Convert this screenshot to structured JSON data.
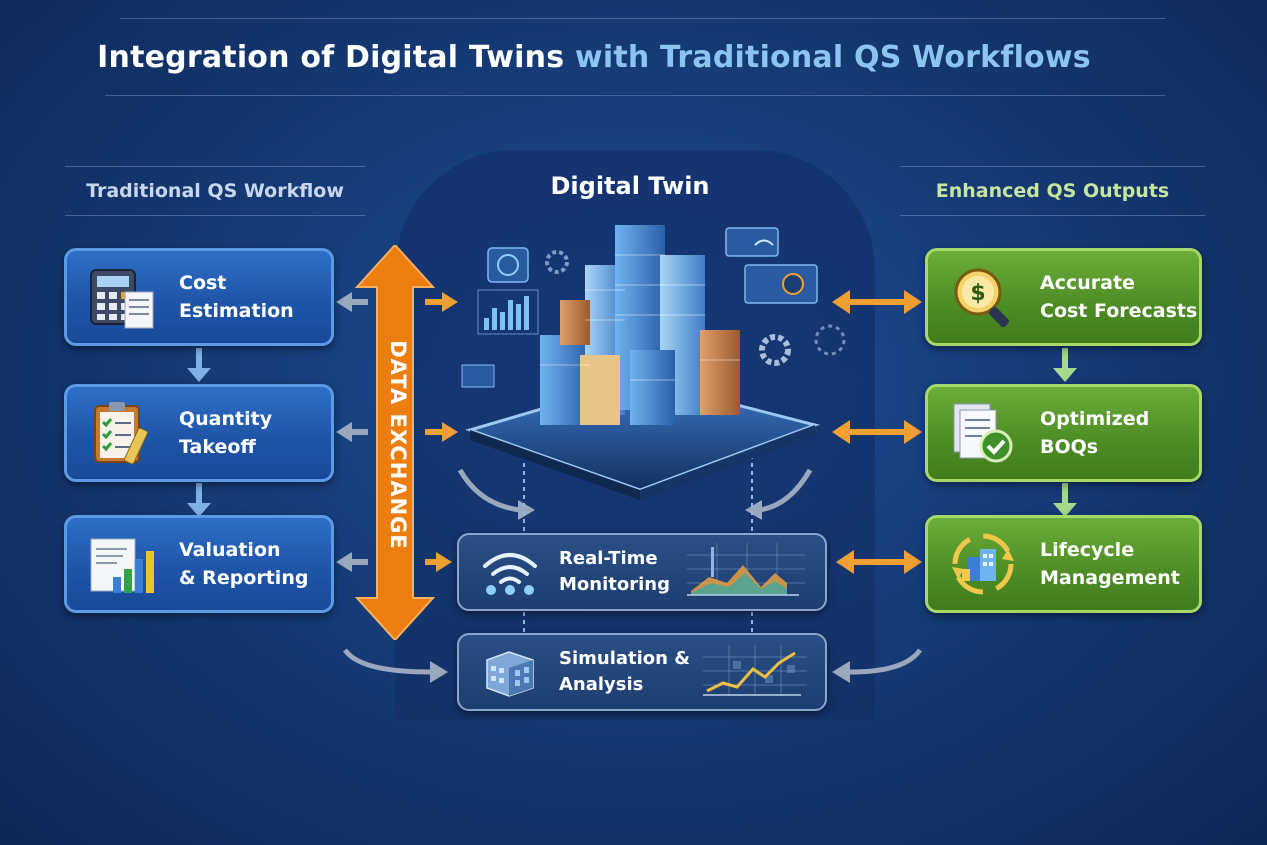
{
  "title": {
    "part1": "Integration of Digital Twins",
    "part2": "with Traditional QS Workflows"
  },
  "left_column": {
    "heading": "Traditional QS Workflow",
    "items": [
      {
        "line1": "Cost",
        "line2": "Estimation",
        "icon": "calculator-document-icon"
      },
      {
        "line1": "Quantity",
        "line2": "Takeoff",
        "icon": "clipboard-checklist-icon"
      },
      {
        "line1": "Valuation",
        "line2": "& Reporting",
        "icon": "bar-chart-report-icon"
      }
    ]
  },
  "center": {
    "heading": "Digital Twin",
    "data_exchange": "DATA EXCHANGE",
    "modules": [
      {
        "line1": "Real-Time",
        "line2": "Monitoring",
        "icon": "wifi-signal-icon"
      },
      {
        "line1": "Simulation &",
        "line2": "Analysis",
        "icon": "building-model-icon"
      }
    ]
  },
  "right_column": {
    "heading": "Enhanced QS Outputs",
    "items": [
      {
        "line1": "Accurate",
        "line2": "Cost Forecasts",
        "icon": "dollar-magnifier-icon"
      },
      {
        "line1": "Optimized",
        "line2": "BOQs",
        "icon": "document-check-icon"
      },
      {
        "line1": "Lifecycle",
        "line2": "Management",
        "icon": "lifecycle-building-icon"
      }
    ]
  },
  "colors": {
    "background": "#163c78",
    "blue_box": "#1f55a8",
    "green_box": "#4f8f26",
    "arrow_orange": "#f0a032",
    "data_exchange_orange": "#ec7d10",
    "left_heading": "#c9d8ee",
    "right_heading": "#c6e6a0"
  }
}
